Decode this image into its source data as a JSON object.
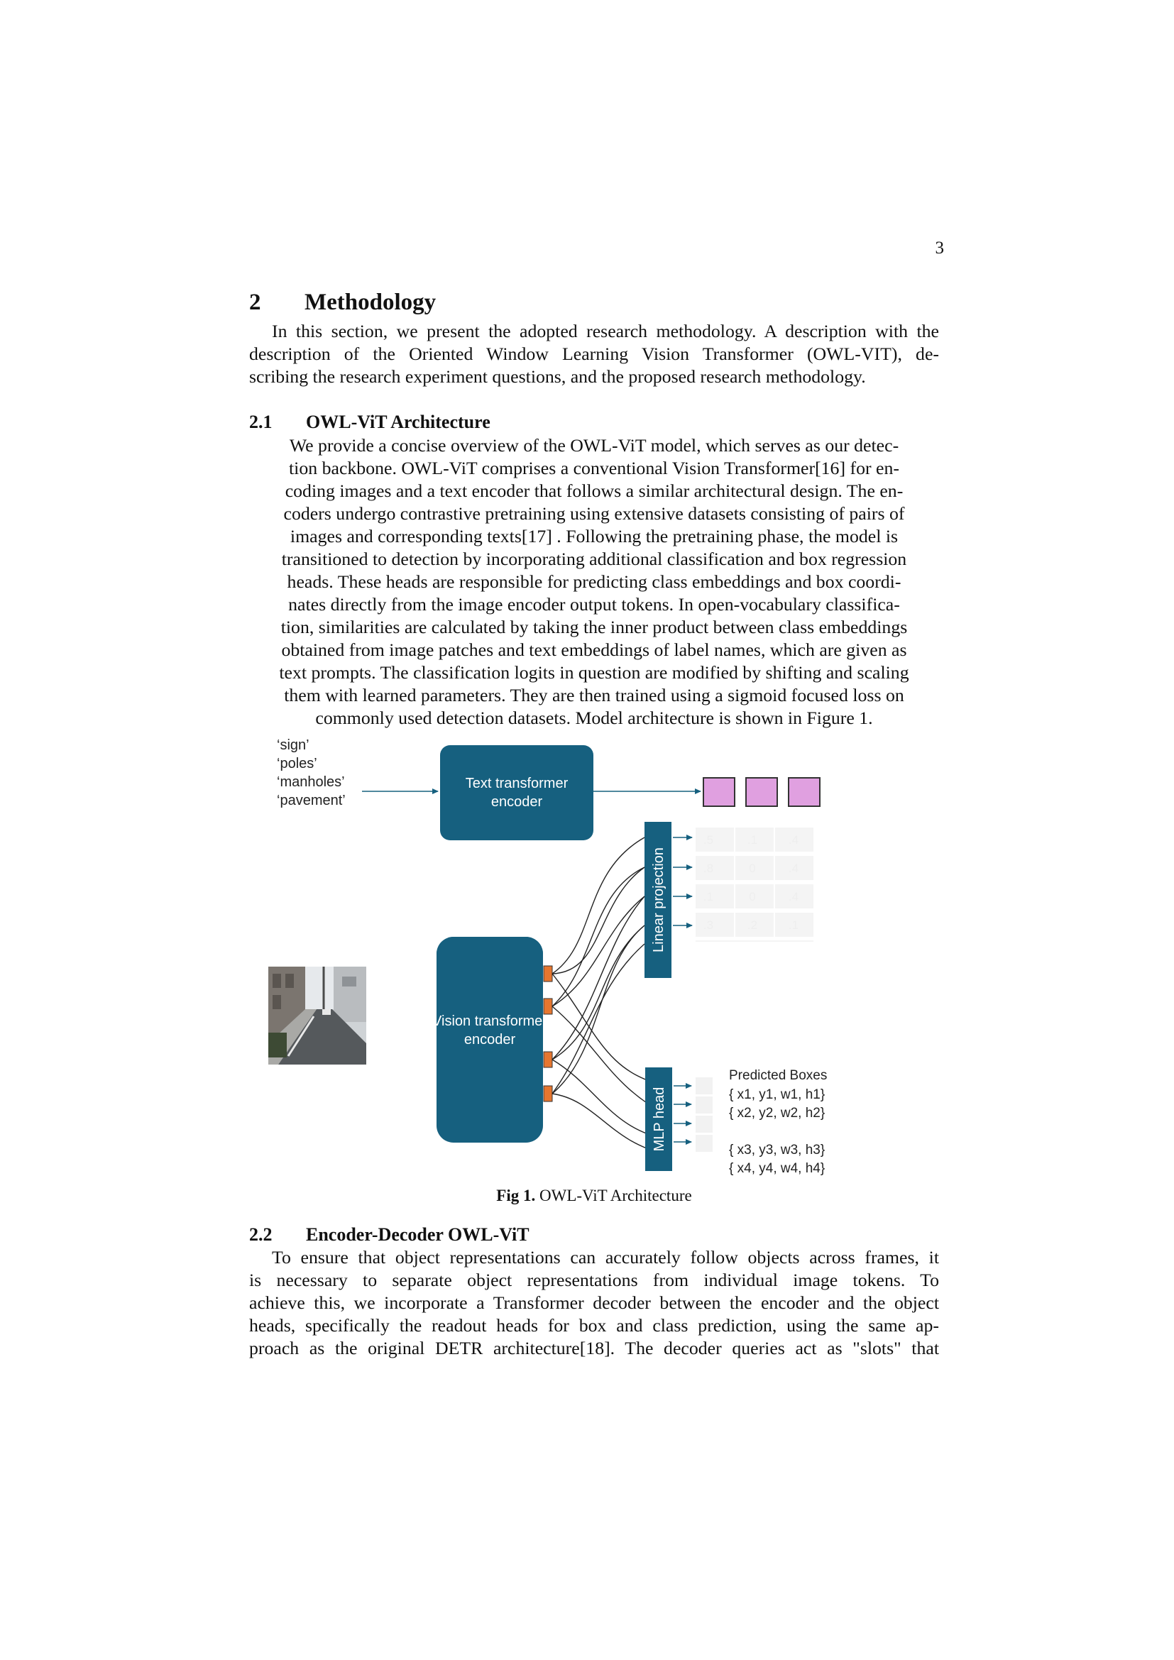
{
  "page_number": "3",
  "section": {
    "number": "2",
    "title": "Methodology"
  },
  "intro_lines": [
    "In this section, we present the adopted research methodology. A description with the",
    "description of the Oriented Window Learning Vision Transformer (OWL-VIT), de-",
    "scribing the research experiment questions, and  the proposed research methodology."
  ],
  "subsection_1": {
    "number": "2.1",
    "title": "OWL-ViT Architecture"
  },
  "owl_lines": [
    "We provide a concise overview of the OWL-ViT model, which serves as our detec-",
    "tion backbone. OWL-ViT comprises a conventional Vision Transformer[16]  for en-",
    "coding images and a text encoder that follows a similar architectural design. The en-",
    "coders undergo contrastive pretraining using extensive datasets consisting of pairs of",
    "images and corresponding texts[17] . Following the pretraining phase, the model is",
    "transitioned to detection by incorporating additional classification and box regression",
    "heads. These heads are responsible for predicting class embeddings and box coordi-",
    "nates directly from the image encoder output tokens. In open-vocabulary classifica-",
    "tion, similarities are calculated by taking the inner product between class embeddings",
    "obtained from image patches and text embeddings of label names, which are given as",
    "text prompts. The classification logits in question are modified by shifting and scaling",
    "them with learned parameters. They are then trained using a sigmoid focused loss on",
    "commonly used detection datasets. Model architecture is shown in Figure 1."
  ],
  "figure": {
    "queries": [
      "‘sign’",
      "‘poles’",
      "‘manholes’",
      "‘pavement’"
    ],
    "text_encoder": [
      "Text transformer",
      "encoder"
    ],
    "vision_encoder": [
      "Vision transformer",
      "encoder"
    ],
    "linear_projection": "Linear projection",
    "mlp_head": "MLP head",
    "grid_values": [
      [
        ".5",
        ".1",
        ".4"
      ],
      [
        ".8",
        "0",
        ".4"
      ],
      [
        ".1",
        "0",
        ".4"
      ],
      [
        ".3",
        ".2",
        ".1"
      ]
    ],
    "predicted_title": "Predicted Boxes",
    "predicted_boxes": [
      "{ x1, y1, w1, h1}",
      "{ x2, y2, w2, h2}",
      "{ x3, y3, w3, h3}",
      "{ x4, y4, w4, h4}"
    ],
    "colors": {
      "encoder_fill": "#16607f",
      "token_fill": "#e0a0e0",
      "patch_fill": "#e5762f",
      "arrow": "#16607f"
    }
  },
  "caption": {
    "label": "Fig 1.",
    "text": " OWL-ViT Architecture"
  },
  "subsection_2": {
    "number": "2.2",
    "title": "Encoder-Decoder OWL-ViT"
  },
  "enc_lines": [
    "To ensure that object representations can accurately follow objects across frames, it",
    "is necessary to separate object representations from individual image tokens. To",
    "achieve this, we incorporate a Transformer decoder between the encoder and the object",
    "heads, specifically the readout heads for box and class prediction, using the same ap-",
    "proach as the original DETR architecture[18].  The decoder queries act as \"slots\" that"
  ]
}
